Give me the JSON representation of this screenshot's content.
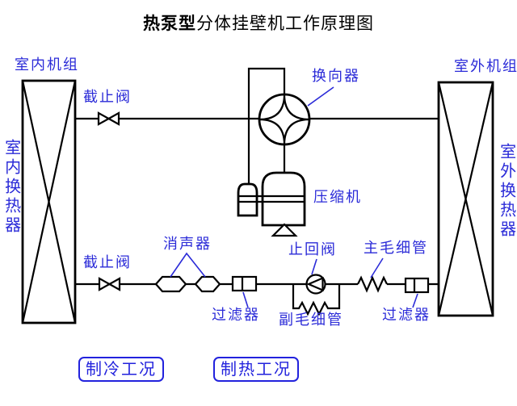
{
  "title": {
    "bold": "热泵型",
    "rest": "分体挂壁机工作原理图"
  },
  "labels": {
    "indoor_unit": "室内机组",
    "outdoor_unit": "室外机组",
    "indoor_heat_exchanger": "室内换热器",
    "outdoor_heat_exchanger": "室外换热器",
    "stop_valve_top": "截止阀",
    "stop_valve_bottom": "截止阀",
    "reversing_valve": "换向器",
    "compressor": "压缩机",
    "muffler": "消声器",
    "filter_left": "过滤器",
    "filter_right": "过滤器",
    "check_valve": "止回阀",
    "main_capillary": "主毛细管",
    "aux_capillary": "副毛细管"
  },
  "buttons": {
    "cooling_mode": "制冷工况",
    "heating_mode": "制热工况"
  },
  "colors": {
    "label_blue": "#2b2bd8",
    "button_blue": "#2222dd",
    "line_black": "#000000",
    "background": "#ffffff"
  }
}
